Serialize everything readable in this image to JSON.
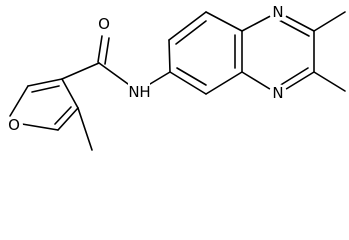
{
  "atoms": {
    "amide_oxygen": "O",
    "amide_nitrogen": "N",
    "amide_hydrogen": "H",
    "furan_oxygen": "O",
    "quinoxaline_n1": "N",
    "quinoxaline_n4": "N"
  },
  "colors": {
    "bond": "#000000",
    "label": "#000000",
    "background": "#ffffff"
  }
}
